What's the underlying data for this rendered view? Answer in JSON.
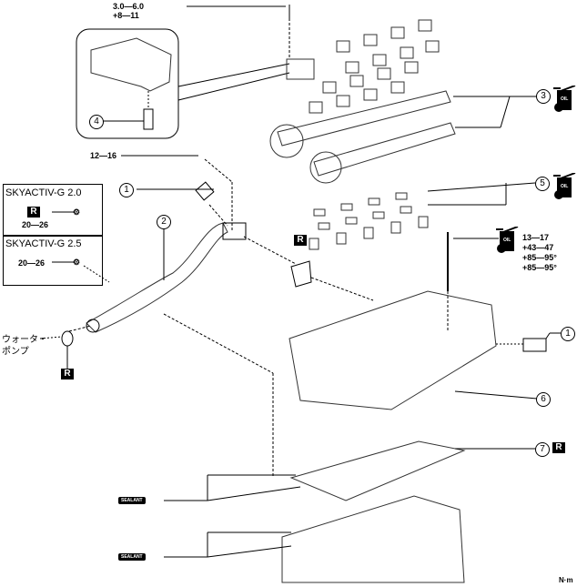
{
  "diagram": {
    "unit": "N·m",
    "torques": {
      "rocker_bolt_line1": "3.0—6.0",
      "rocker_bolt_line2": "+8—11",
      "pipe_bolt": "12—16",
      "head_bolt": [
        "13—17",
        "+43—47",
        "+85—95°",
        "+85—95°"
      ]
    },
    "variant_box": {
      "variant1": {
        "title": "SKYACTIV-G 2.0",
        "badge": "R",
        "torque": "20—26"
      },
      "variant2": {
        "title": "SKYACTIV-G 2.5",
        "torque": "20—26"
      }
    },
    "callouts": [
      "1",
      "2",
      "3",
      "4",
      "5",
      "6",
      "7"
    ],
    "replace_badge": "R",
    "oil_label": "OIL",
    "sealant_label": "SEALANT",
    "water_pump_label_line1": "ウォータ・",
    "water_pump_label_line2": "ポンプ"
  }
}
